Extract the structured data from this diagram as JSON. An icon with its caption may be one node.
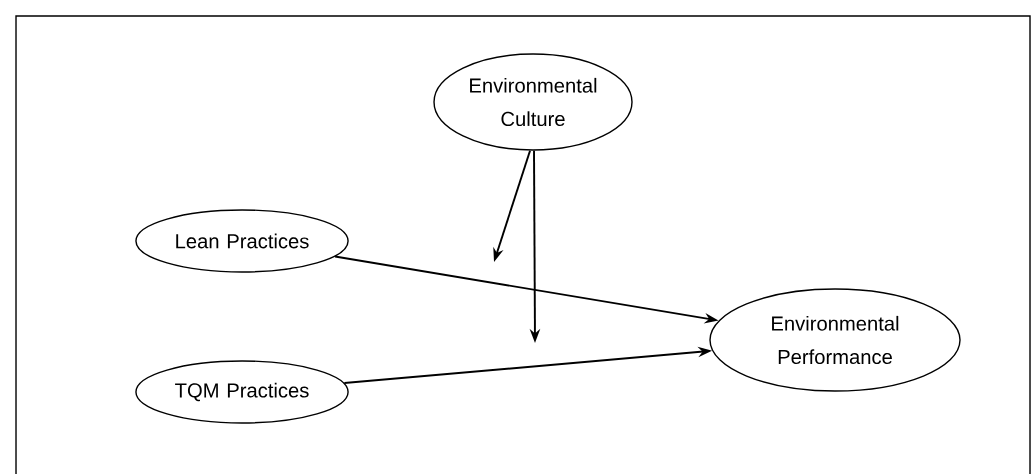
{
  "diagram": {
    "nodes": [
      {
        "text": [
          "Environmental Culture"
        ]
      },
      {
        "text": [
          "Lean Practices"
        ]
      },
      {
        "text": [
          "TQM Practices"
        ]
      },
      {
        "text": [
          "Environmental Performance"
        ]
      }
    ],
    "edges": [
      {
        "from": 1,
        "to": 3,
        "arrow": "to"
      },
      {
        "from": 2,
        "to": 3,
        "arrow": "to"
      },
      {
        "from": 0,
        "to": null,
        "arrow": "to"
      },
      {
        "from": 0,
        "to": null,
        "arrow": "to"
      }
    ]
  }
}
